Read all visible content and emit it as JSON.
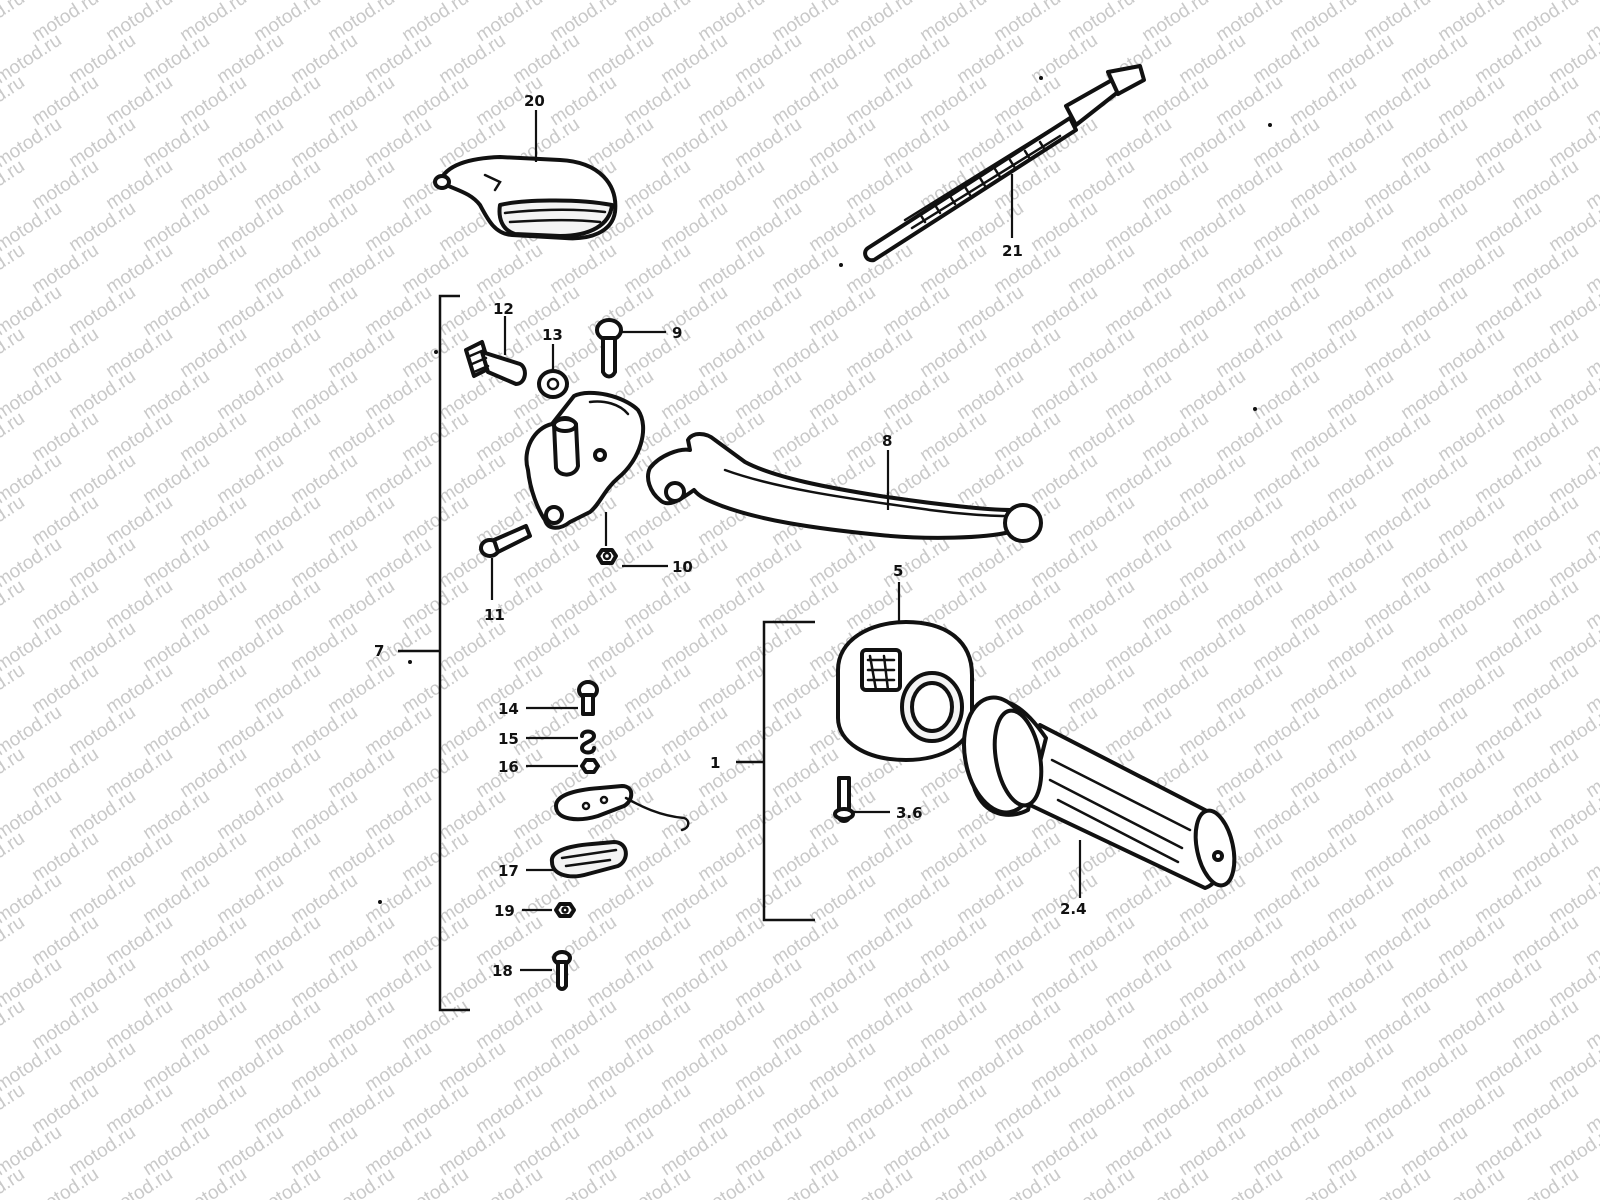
{
  "watermark": {
    "text": "motod.ru",
    "color": "#c9c9c9"
  },
  "colors": {
    "ink": "#111111",
    "background": "#ffffff"
  },
  "callouts": {
    "c20": "20",
    "c21": "21",
    "c12": "12",
    "c13": "13",
    "c9": "9",
    "c8": "8",
    "c10": "10",
    "c11": "11",
    "c7": "7",
    "c5": "5",
    "c1": "1",
    "c14": "14",
    "c15": "15",
    "c16": "16",
    "c17": "17",
    "c19": "19",
    "c18": "18",
    "c36": "3.6",
    "c24": "2.4"
  }
}
